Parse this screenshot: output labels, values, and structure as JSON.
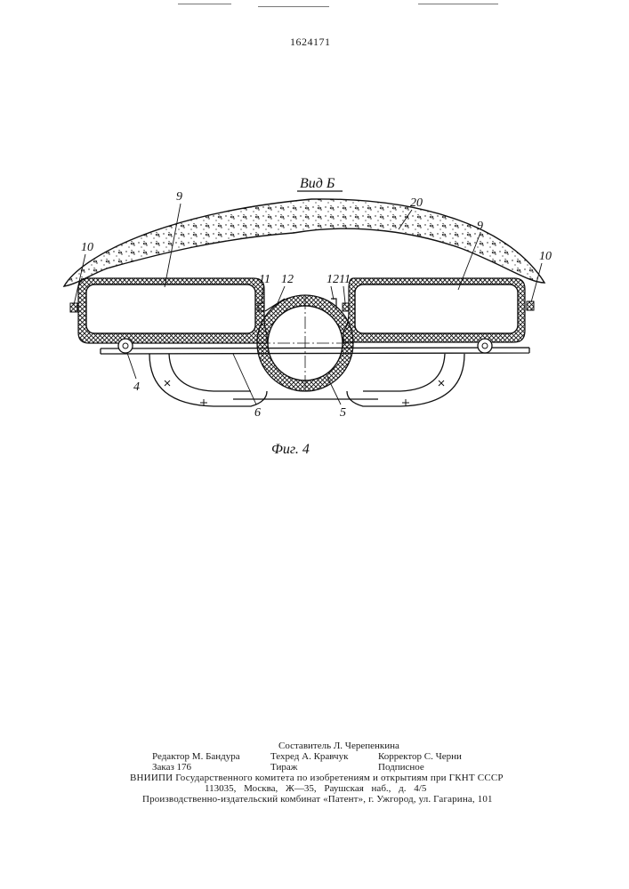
{
  "patent_number": "1624171",
  "figure": {
    "view_label": "Вид Б",
    "caption": "Фиг. 4",
    "callouts": {
      "c9_left": "9",
      "c20": "20",
      "c9_right": "9",
      "c10_left": "10",
      "c10_right": "10",
      "c11_left": "11",
      "c12_left": "12",
      "c12_right": "12",
      "c11_right": "11",
      "c4": "4",
      "c6": "6",
      "c5": "5"
    }
  },
  "colophon": {
    "compiler": "Составитель Л. Черепенкина",
    "editor": "Редактор М. Бандура",
    "techred": "Техред А. Кравчук",
    "corrector": "Корректор С. Черни",
    "order": "Заказ 176",
    "circulation": "Тираж",
    "subscription": "Подписное",
    "vniipi": "ВНИИПИ Государственного комитета по изобретениям и открытиям при ГКНТ СССР",
    "address": "113035, Москва, Ж—35, Раушская наб., д. 4/5",
    "printer": "Производственно-издательский комбинат «Патент», г. Ужгород, ул. Гагарина, 101"
  }
}
